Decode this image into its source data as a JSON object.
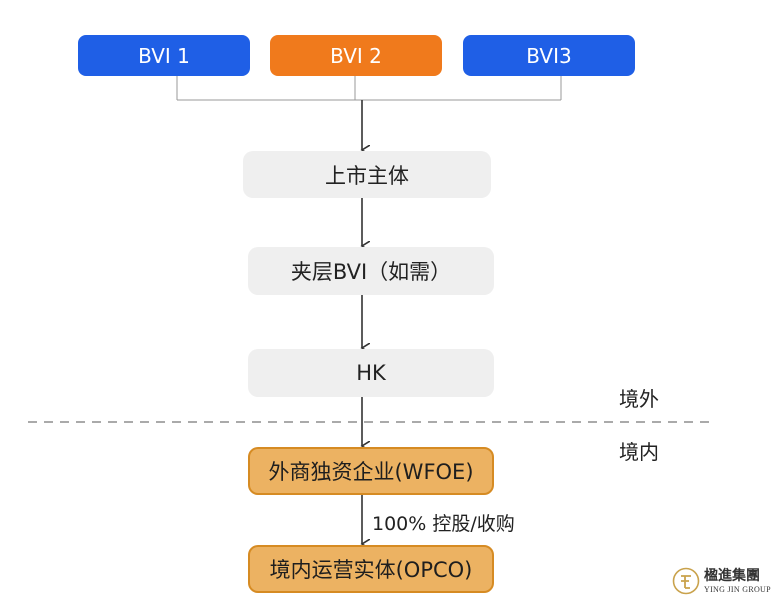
{
  "colors": {
    "blue": "#1f5fe6",
    "orange": "#f07a1c",
    "gray_box": "#efefef",
    "onshore_box": "#ecb262",
    "onshore_border": "#d68b23",
    "logo_gold": "#c9a24c"
  },
  "nodes": {
    "bvi1": "BVI 1",
    "bvi2": "BVI 2",
    "bvi3": "BVI3",
    "listed_entity": "上市主体",
    "intermediate_bvi": "夹层BVI（如需）",
    "hk": "HK",
    "wfoe": "外商独资企业(WFOE)",
    "opco": "境内运营实体(OPCO)"
  },
  "regions": {
    "offshore": "境外",
    "onshore": "境内"
  },
  "edges": {
    "wfoe_to_opco": "100% 控股/收购"
  },
  "logo": {
    "name": "楹進集團",
    "subtitle": "YING JIN GROUP"
  }
}
